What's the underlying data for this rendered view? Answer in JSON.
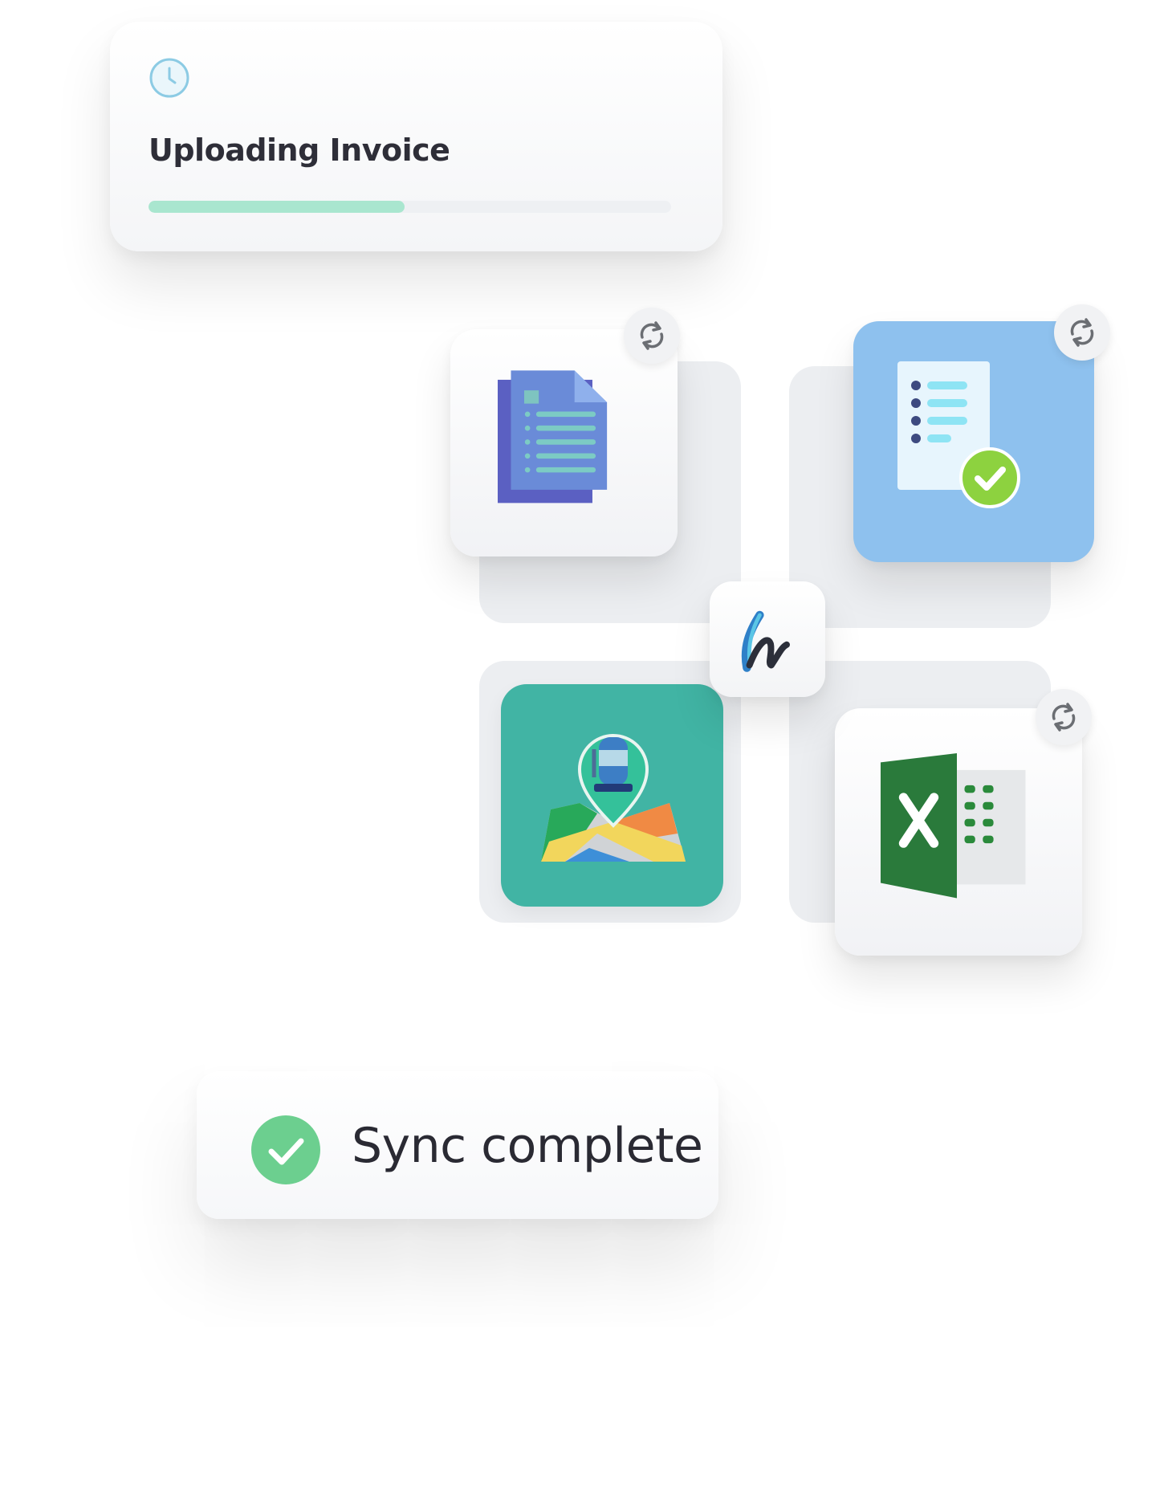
{
  "upload": {
    "title": "Uploading Invoice",
    "progress_percent": 49
  },
  "tiles": [
    {
      "name": "document-icon"
    },
    {
      "name": "checklist-icon"
    },
    {
      "name": "map-location-icon"
    },
    {
      "name": "excel-icon"
    }
  ],
  "hub": {
    "name": "app-logo"
  },
  "sync_status": {
    "label": "Sync complete"
  },
  "colors": {
    "progress_fill": "#a9e6cf",
    "progress_track": "#eef0f3",
    "success_green": "#6ccf8f",
    "checklist_bg": "#8ec1ee",
    "map_bg": "#41b4a4",
    "excel_green": "#2a7a3b"
  }
}
